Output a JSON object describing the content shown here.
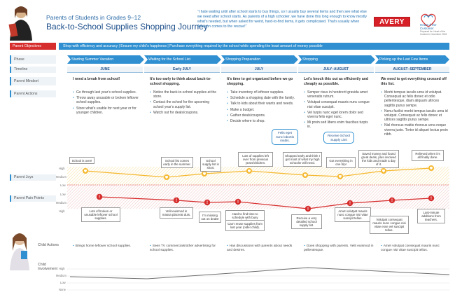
{
  "header": {
    "subtitle": "Parents of Students in Grades 9–12",
    "title": "Back-to-School Supplies Shopping Journey",
    "quote": "“I hate waiting until after school starts to buy things, so I usually buy several items and then see what else we need after school starts. As parents of a high schooler, we have done this long enough to know mostly what’s needed, but when asked for weird, hard-to-find items, it gets complicated. That’s usually when Amazon comes to the rescue!”",
    "brand": "AVERY",
    "partner_line1": "Heart of the",
    "partner_line2": "Customer",
    "partner_note": "Prepared for: Heart of the Customer, November 2018"
  },
  "objectives": {
    "label": "Parent Objectives",
    "text": "Shop with efficiency and accuracy  |  Ensure my child’s happiness  |  Purchase everything required by the school while spending the least amount of money possible"
  },
  "rows": {
    "phase": "Phase",
    "timeline": "Timeline",
    "mindset": "Parent Mindset",
    "actions": "Parent Actions",
    "joys": "Parent Joys",
    "pains": "Parent Pain Points",
    "child_actions": "Child Actions",
    "child_involvement": "Child Involvement"
  },
  "phases": [
    {
      "label": "Starting Summer Vacation",
      "timeline": "JUNE",
      "mindset": "I need a break from school!",
      "actions": [
        "Go through last year’s school supplies.",
        "Throw away unusable or broken leftover school supplies.",
        "Store what’s usable for next year or for younger children."
      ]
    },
    {
      "label": "Waiting for the School List",
      "timeline": "Early JULY",
      "mindset": "It’s too early to think about back-to-school shopping.",
      "actions": [
        "Notice the back-to-school supplies at the store.",
        "Contact the school for the upcoming school year’s supply list.",
        "Watch out for deals/coupons."
      ]
    },
    {
      "label": "Shopping Preparation",
      "timeline": "JULY",
      "mindset": "It’s time to get organized before we go shopping.",
      "actions": [
        "Take inventory of leftover supplies.",
        "Schedule a shopping date with the family.",
        "Talk to kids about their wants and needs.",
        "Make a budget.",
        "Gather deals/coupons.",
        "Decide where to shop."
      ]
    },
    {
      "label": "Shopping",
      "timeline": "JULY–AUGUST",
      "mindset": "Let’s knock this out as efficiently and cheaply as possible.",
      "actions": [
        "Semper risus in hendrerit gravida amet venenatis rutrum.",
        "Volutpat consequat mauris nunc congue nisi vitae suscipit.",
        "Vel turpis nunc eget lorem dolor sed viverra felis eget nunc.",
        "Mi proin sed libero enim faucibus turpis in."
      ]
    },
    {
      "label": "Picking up the Last Few Items",
      "timeline": "AUGUST–SEPTEMBER",
      "mindset": "We need to get everything crossed off this list.",
      "actions": [
        "Morbi tempus iaculis urna id volutpat. Consequat ac felis donec et odio pellentesque, diam aliquam ultrices sagittis purus sempe.",
        "Nenu facilisi morbi tempus iaculis urna id volutpat. Consequat ac felis donec et ultrices sagittis purus sempe.",
        "Nisl rhoncus mattis rhoncus urna neque viverra justo. Tortor id aliquet lectus proin nibh."
      ]
    }
  ],
  "bubbles": {
    "a": "Felis eget nunc lobortis mattis.",
    "b": "Receive School Supply List!"
  },
  "joys": [
    {
      "text": "School is over!"
    },
    {
      "text": "School list comes early in the summer."
    },
    {
      "text": "School supply list is short."
    },
    {
      "text": "Lots of supplies left over from previous years/children."
    },
    {
      "text": "Shopped early and think I got most of what my high schooler will need."
    },
    {
      "text": "Got everything in one trip!"
    },
    {
      "text": "Saved money and found great deals, plus involved the kids and made a day of it."
    },
    {
      "text": "Relieved when it’s all finally done."
    }
  ],
  "pains": [
    {
      "text": "Lots of broken or unusable leftover school supplies."
    },
    {
      "text": "Velit euismod in massa placerat duis."
    },
    {
      "text": "I’m missing out on deals!"
    },
    {
      "text": "Hard to find time to schedule with busy family."
    },
    {
      "text": "Can’t reuse supplies from last year (older child)."
    },
    {
      "text": "Receive a very detailed school supply list."
    },
    {
      "text": "Amet volutpat mauris nunc congue nisi vitae suscipit tellus."
    },
    {
      "text": "Volutpat consequat mauris nunc congue nisi vitae esse vel suscipit tellus."
    },
    {
      "text": "Last-minute additions from teachers."
    }
  ],
  "chart_data": {
    "type": "line",
    "series": [
      {
        "name": "Parent Joys",
        "y_levels": [
          "High",
          "Medium",
          "Low"
        ]
      },
      {
        "name": "Parent Pain Points",
        "y_levels": [
          "Low",
          "Medium",
          "High"
        ]
      },
      {
        "name": "Child Involvement",
        "y_levels": [
          "High",
          "Medium",
          "Low",
          "None"
        ]
      }
    ]
  },
  "axis": {
    "high": "High",
    "medium": "Medium",
    "low": "Low",
    "none": "None"
  },
  "child_actions": [
    "Brings home leftover school supplies.",
    "Sees TV commercials/other advertising for school supplies.",
    "Has discussions with parents about needs and desires.",
    "Goes shopping with parents. Velit euismod in pellentesque.",
    "Amet volutpat consequat mauris nunc congue nisi vitae suscipit tellus."
  ],
  "colors": {
    "blue": "#2f8fd0",
    "red": "#d62d2d",
    "gold": "#f5b82e"
  }
}
